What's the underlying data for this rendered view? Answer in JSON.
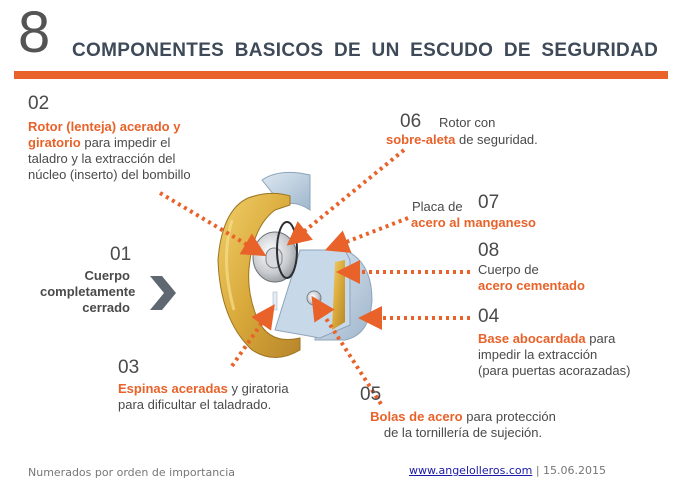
{
  "header": {
    "number": "8",
    "title": "COMPONENTES BASICOS DE UN ESCUDO DE SEGURIDAD"
  },
  "colors": {
    "accent": "#e8622a",
    "title": "#3e4a58",
    "text": "#4a4a4a",
    "brass": "#d9a93a",
    "steel": "#b9cde0"
  },
  "components": [
    {
      "id": "01",
      "highlight": "",
      "lines": [
        "Cuerpo",
        "completamente",
        "cerrado"
      ]
    },
    {
      "id": "02",
      "highlight": "Rotor (lenteja) acerado y",
      "highlight2": "giratorio",
      "rest": " para impedir el",
      "lines": [
        "taladro y la extracción del",
        "núcleo (inserto) del bombillo"
      ]
    },
    {
      "id": "03",
      "highlight": "Espinas aceradas",
      "rest": " y giratoria",
      "lines": [
        "para dificultar el taladrado."
      ]
    },
    {
      "id": "04",
      "highlight": "Base abocardada",
      "rest": " para",
      "lines": [
        "impedir la extracción",
        "(para puertas acorazadas)"
      ]
    },
    {
      "id": "05",
      "highlight": "Bolas de acero",
      "rest": " para protección",
      "lines": [
        "de la tornillería de sujeción."
      ]
    },
    {
      "id": "06",
      "pre": "Rotor con",
      "highlight": "sobre-aleta",
      "rest": " de seguridad."
    },
    {
      "id": "07",
      "pre": "Placa de",
      "highlight": "acero al manganeso"
    },
    {
      "id": "08",
      "pre": "Cuerpo de",
      "highlight": "acero cementado"
    }
  ],
  "footer": {
    "note": "Numerados por orden de importancia",
    "link": "www.angelolleros.com",
    "separator": " | ",
    "date": "15.06.2015"
  },
  "icons": {
    "chevron": "chevron-right-icon"
  }
}
